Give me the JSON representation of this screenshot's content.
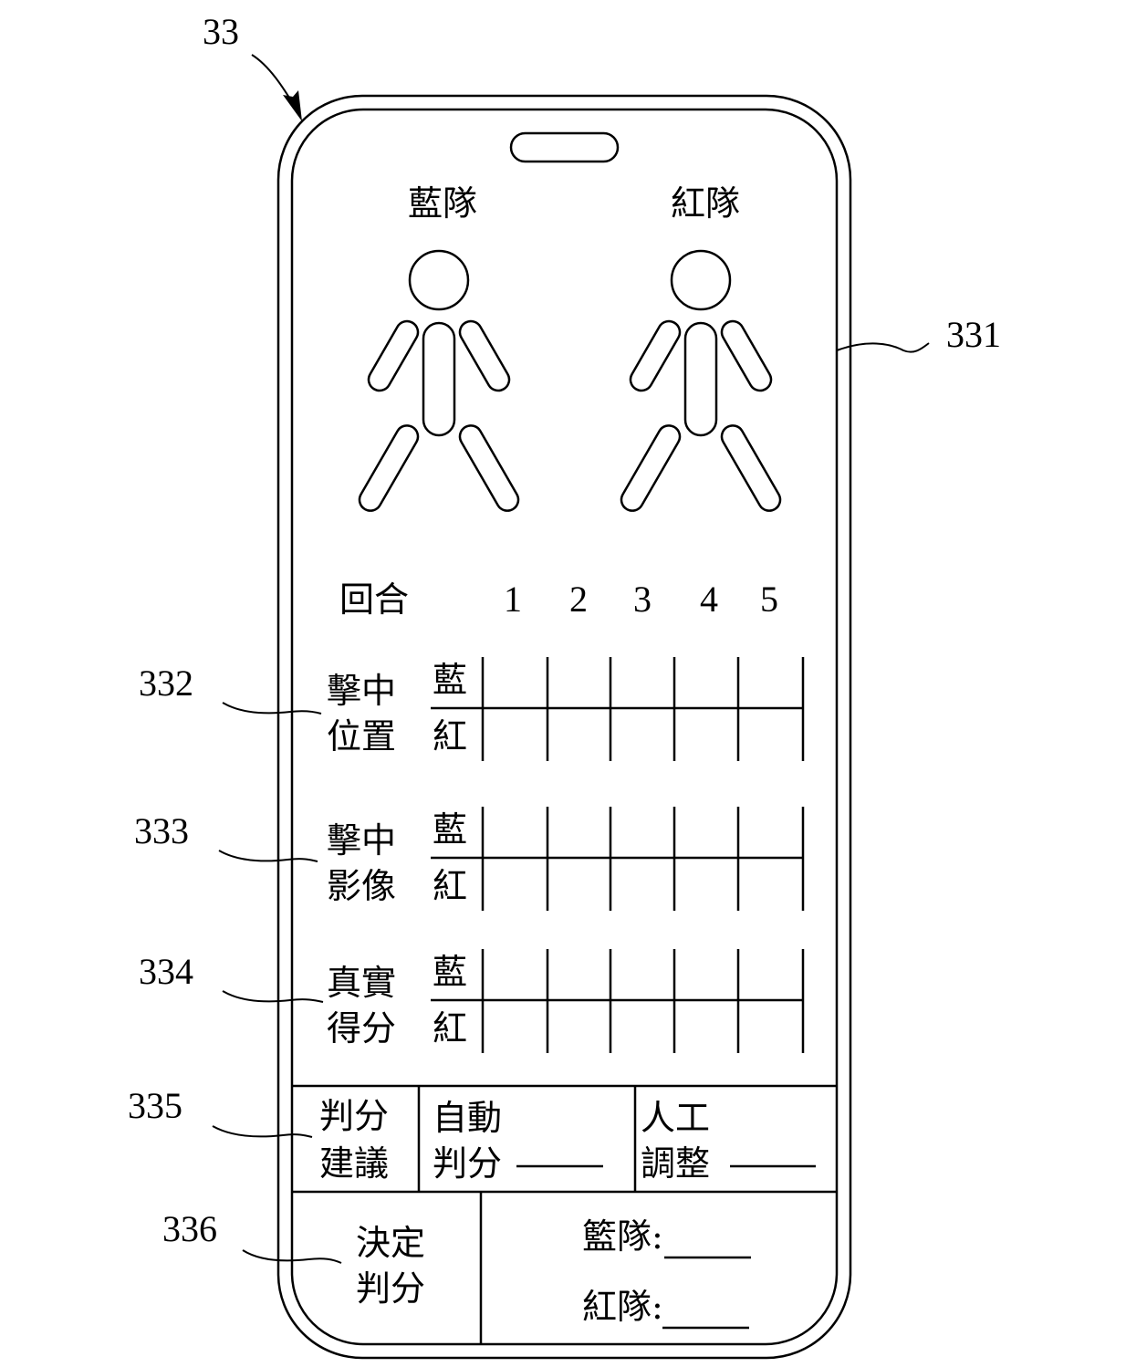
{
  "figure": {
    "device_ref": "33",
    "screen_ref": "331",
    "callouts": {
      "hit_position": "332",
      "hit_image": "333",
      "real_score": "334",
      "suggestion": "335",
      "decision": "336"
    }
  },
  "teams": {
    "blue": "藍隊",
    "red": "紅隊"
  },
  "rounds": {
    "label": "回合",
    "numbers": [
      "1",
      "2",
      "3",
      "4",
      "5"
    ]
  },
  "rows": {
    "blue_short": "藍",
    "red_short": "紅",
    "hit_position": [
      "擊中",
      "位置"
    ],
    "hit_image": [
      "擊中",
      "影像"
    ],
    "real_score": [
      "真實",
      "得分"
    ]
  },
  "suggestion": {
    "label": [
      "判分",
      "建議"
    ],
    "auto": [
      "自動",
      "判分"
    ],
    "manual": [
      "人工",
      "調整"
    ]
  },
  "decision": {
    "label": [
      "決定",
      "判分"
    ],
    "blue": "籃隊:",
    "red": "紅隊:"
  }
}
